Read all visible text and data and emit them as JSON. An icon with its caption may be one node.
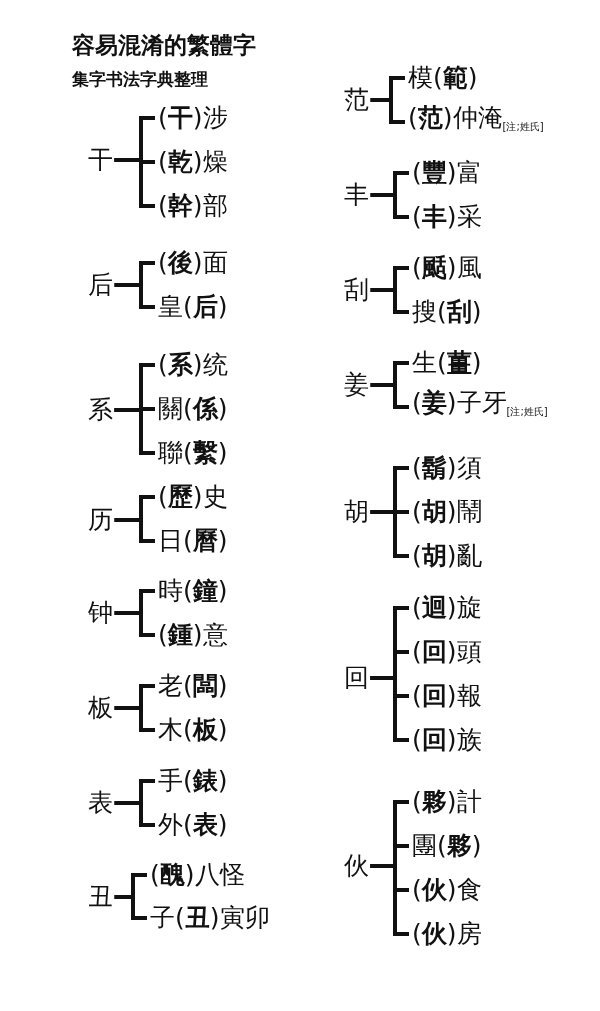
{
  "diagram": {
    "title": "容易混淆的繁體字",
    "labels": [
      "集字书法字典整理"
    ],
    "nodes": [
      {
        "text": [
          "干"
        ]
      },
      {
        "text": [
          "(**干**)涉"
        ]
      },
      {
        "text": [
          "(**乾**)燥"
        ]
      },
      {
        "text": [
          "(**幹**)部"
        ]
      },
      {
        "text": [
          "后"
        ]
      },
      {
        "text": [
          "(**後**)面"
        ]
      },
      {
        "text": [
          "皇(**后**)"
        ]
      },
      {
        "text": [
          "系"
        ]
      },
      {
        "text": [
          "(**系**)统"
        ]
      },
      {
        "text": [
          "關(**係**)"
        ]
      },
      {
        "text": [
          "聯(**繫**)"
        ]
      },
      {
        "text": [
          "历"
        ]
      },
      {
        "text": [
          "(**歷**)史"
        ]
      },
      {
        "text": [
          "日(**曆**)"
        ]
      },
      {
        "text": [
          "钟"
        ]
      },
      {
        "text": [
          "時(**鐘**)"
        ]
      },
      {
        "text": [
          "(**鍾**)意"
        ]
      },
      {
        "text": [
          "板"
        ]
      },
      {
        "text": [
          "老(**闆**)"
        ]
      },
      {
        "text": [
          "木(**板**)"
        ]
      },
      {
        "text": [
          "表"
        ]
      },
      {
        "text": [
          "手(**錶**)"
        ]
      },
      {
        "text": [
          "外(**表**)"
        ]
      },
      {
        "text": [
          "丑"
        ]
      },
      {
        "text": [
          "(**醜**)八怪"
        ]
      },
      {
        "text": [
          "子(**丑**)寅卯"
        ]
      },
      {
        "text": [
          "范"
        ]
      },
      {
        "text": [
          "模(**範**)"
        ]
      },
      {
        "text": [
          "(**范**)仲淹"
        ],
        "beside": [
          "[注;姓氏]"
        ]
      },
      {
        "text": [
          "丰"
        ]
      },
      {
        "text": [
          "(**豐**)富"
        ]
      },
      {
        "text": [
          "(**丰**)采"
        ]
      },
      {
        "text": [
          "刮"
        ]
      },
      {
        "text": [
          "(**颳**)風"
        ]
      },
      {
        "text": [
          "搜(**刮**)"
        ]
      },
      {
        "text": [
          "姜"
        ]
      },
      {
        "text": [
          "生(**薑**)"
        ]
      },
      {
        "text": [
          "(**姜**)子牙"
        ],
        "beside": [
          "[注;姓氏]"
        ]
      },
      {
        "text": [
          "胡"
        ]
      },
      {
        "text": [
          "(**鬍**)須"
        ]
      },
      {
        "text": [
          "(**胡**)鬧"
        ]
      },
      {
        "text": [
          "(**胡**)亂"
        ]
      },
      {
        "text": [
          "回"
        ]
      },
      {
        "text": [
          "(**迴**)旋"
        ]
      },
      {
        "text": [
          "(**回**)頭"
        ]
      },
      {
        "text": [
          "(**回**)報"
        ]
      },
      {
        "text": [
          "(**回**)族"
        ]
      },
      {
        "text": [
          "伙"
        ]
      },
      {
        "text": [
          "(**夥**)計"
        ]
      },
      {
        "text": [
          "團(**夥**)"
        ]
      },
      {
        "text": [
          "(**伙**)食"
        ]
      },
      {
        "text": [
          "(**伙**)房"
        ]
      }
    ],
    "edges": [
      {
        "from": 0,
        "to": 1,
        "arrow": "none"
      },
      {
        "from": 0,
        "to": 2,
        "arrow": "none"
      },
      {
        "from": 0,
        "to": 3,
        "arrow": "none"
      },
      {
        "from": 4,
        "to": 5,
        "arrow": "none"
      },
      {
        "from": 4,
        "to": 6,
        "arrow": "none"
      },
      {
        "from": 7,
        "to": 8,
        "arrow": "none"
      },
      {
        "from": 7,
        "to": 9,
        "arrow": "none"
      },
      {
        "from": 7,
        "to": 10,
        "arrow": "none"
      },
      {
        "from": 11,
        "to": 12,
        "arrow": "none"
      },
      {
        "from": 11,
        "to": 13,
        "arrow": "none"
      },
      {
        "from": 14,
        "to": 15,
        "arrow": "none"
      },
      {
        "from": 14,
        "to": 16,
        "arrow": "none"
      },
      {
        "from": 17,
        "to": 18,
        "arrow": "none"
      },
      {
        "from": 17,
        "to": 19,
        "arrow": "none"
      },
      {
        "from": 20,
        "to": 21,
        "arrow": "none"
      },
      {
        "from": 20,
        "to": 22,
        "arrow": "none"
      },
      {
        "from": 23,
        "to": 24,
        "arrow": "none"
      },
      {
        "from": 23,
        "to": 25,
        "arrow": "none"
      },
      {
        "from": 26,
        "to": 27,
        "arrow": "none"
      },
      {
        "from": 26,
        "to": 28,
        "arrow": "none"
      },
      {
        "from": 29,
        "to": 30,
        "arrow": "none"
      },
      {
        "from": 29,
        "to": 31,
        "arrow": "none"
      },
      {
        "from": 32,
        "to": 33,
        "arrow": "none"
      },
      {
        "from": 32,
        "to": 34,
        "arrow": "none"
      },
      {
        "from": 35,
        "to": 36,
        "arrow": "none"
      },
      {
        "from": 35,
        "to": 37,
        "arrow": "none"
      },
      {
        "from": 38,
        "to": 39,
        "arrow": "none"
      },
      {
        "from": 38,
        "to": 40,
        "arrow": "none"
      },
      {
        "from": 38,
        "to": 41,
        "arrow": "none"
      },
      {
        "from": 42,
        "to": 43,
        "arrow": "none"
      },
      {
        "from": 42,
        "to": 44,
        "arrow": "none"
      },
      {
        "from": 42,
        "to": 45,
        "arrow": "none"
      },
      {
        "from": 42,
        "to": 46,
        "arrow": "none"
      },
      {
        "from": 47,
        "to": 48,
        "arrow": "none"
      },
      {
        "from": 47,
        "to": 49,
        "arrow": "none"
      },
      {
        "from": 47,
        "to": 50,
        "arrow": "none"
      },
      {
        "from": 47,
        "to": 51,
        "arrow": "none"
      }
    ]
  }
}
